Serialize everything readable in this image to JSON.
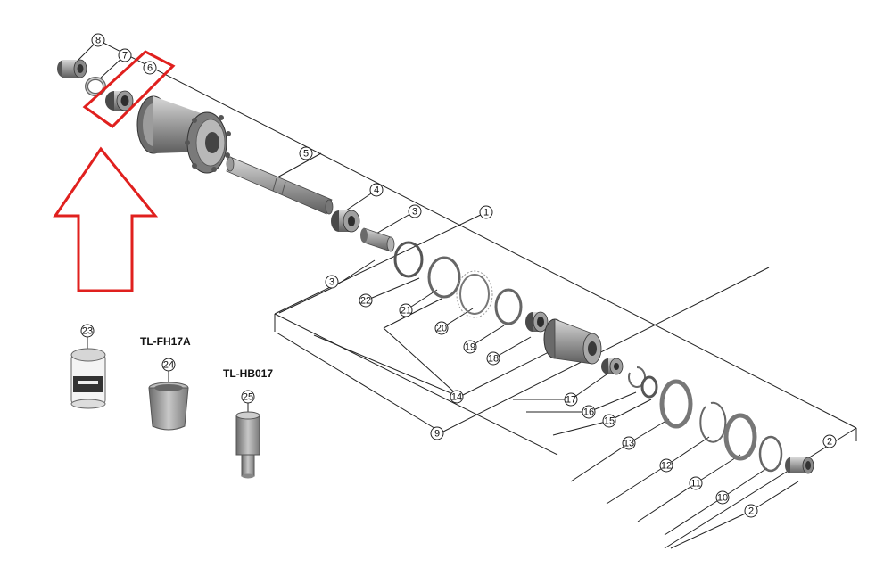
{
  "tools": [
    {
      "label": "TL-FH17A"
    },
    {
      "label": "TL-HB017"
    }
  ],
  "callouts": [
    "1",
    "2",
    "2",
    "3",
    "3",
    "4",
    "5",
    "6",
    "7",
    "8",
    "9",
    "10",
    "11",
    "12",
    "13",
    "14",
    "15",
    "16",
    "17",
    "18",
    "19",
    "20",
    "21",
    "22",
    "23",
    "24",
    "25"
  ],
  "highlight": {
    "color": "#e0201e",
    "target_callout": "6"
  },
  "arrow": {
    "color": "#e0201e",
    "direction": "up"
  }
}
